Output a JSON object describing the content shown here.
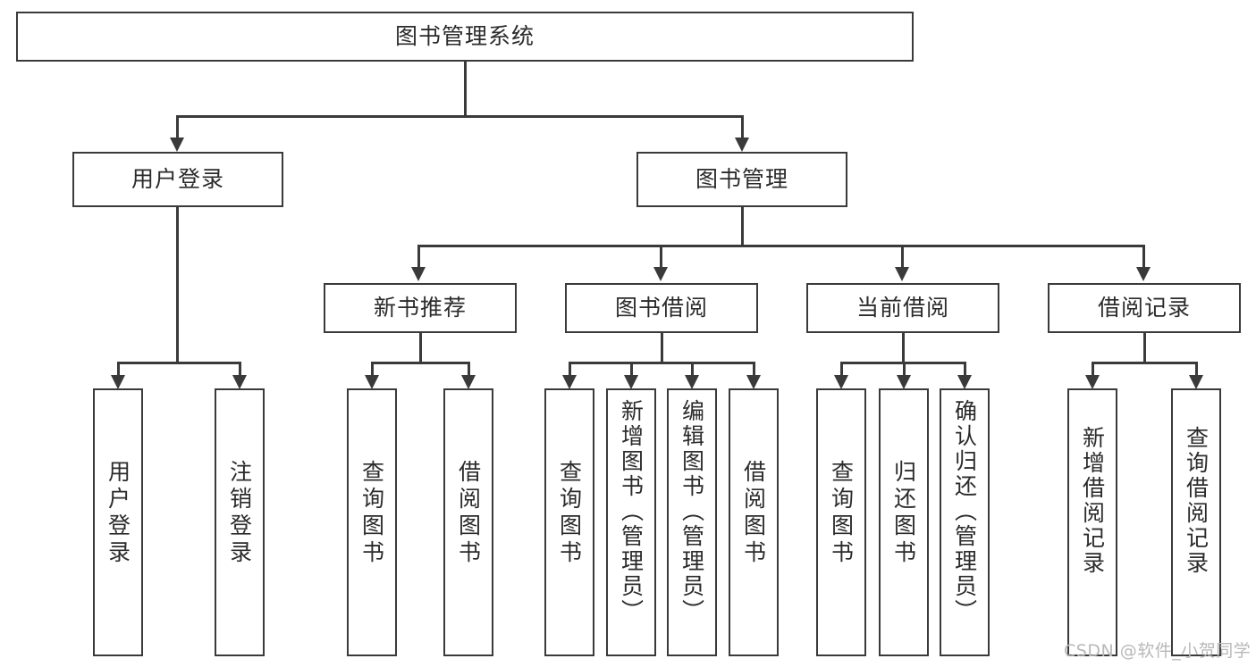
{
  "diagram": {
    "title": "图书管理系统",
    "type": "hierarchy-tree",
    "levels": 4,
    "root": {
      "label": "图书管理系统"
    },
    "level2": [
      {
        "label": "用户登录"
      },
      {
        "label": "图书管理"
      }
    ],
    "level3": [
      {
        "label": "新书推荐"
      },
      {
        "label": "图书借阅"
      },
      {
        "label": "当前借阅"
      },
      {
        "label": "借阅记录"
      }
    ],
    "leaves": {
      "user_login": [
        {
          "label": "用户登录"
        },
        {
          "label": "注销登录"
        }
      ],
      "new_book_recommend": [
        {
          "label": "查询图书"
        },
        {
          "label": "借阅图书"
        }
      ],
      "book_borrow": [
        {
          "label": "查询图书"
        },
        {
          "label": "新增图书（管理员）"
        },
        {
          "label": "编辑图书（管理员）"
        },
        {
          "label": "借阅图书"
        }
      ],
      "current_borrow": [
        {
          "label": "查询图书"
        },
        {
          "label": "归还图书"
        },
        {
          "label": "确认归还（管理员）"
        }
      ],
      "borrow_record": [
        {
          "label": "新增借阅记录"
        },
        {
          "label": "查询借阅记录"
        }
      ]
    }
  },
  "watermark": {
    "text": "CSDN @软件_小贺同学"
  },
  "colors": {
    "border": "#3a3a3a",
    "text": "#2b2b2b",
    "background": "#ffffff",
    "watermark": "#b8b8b8"
  }
}
